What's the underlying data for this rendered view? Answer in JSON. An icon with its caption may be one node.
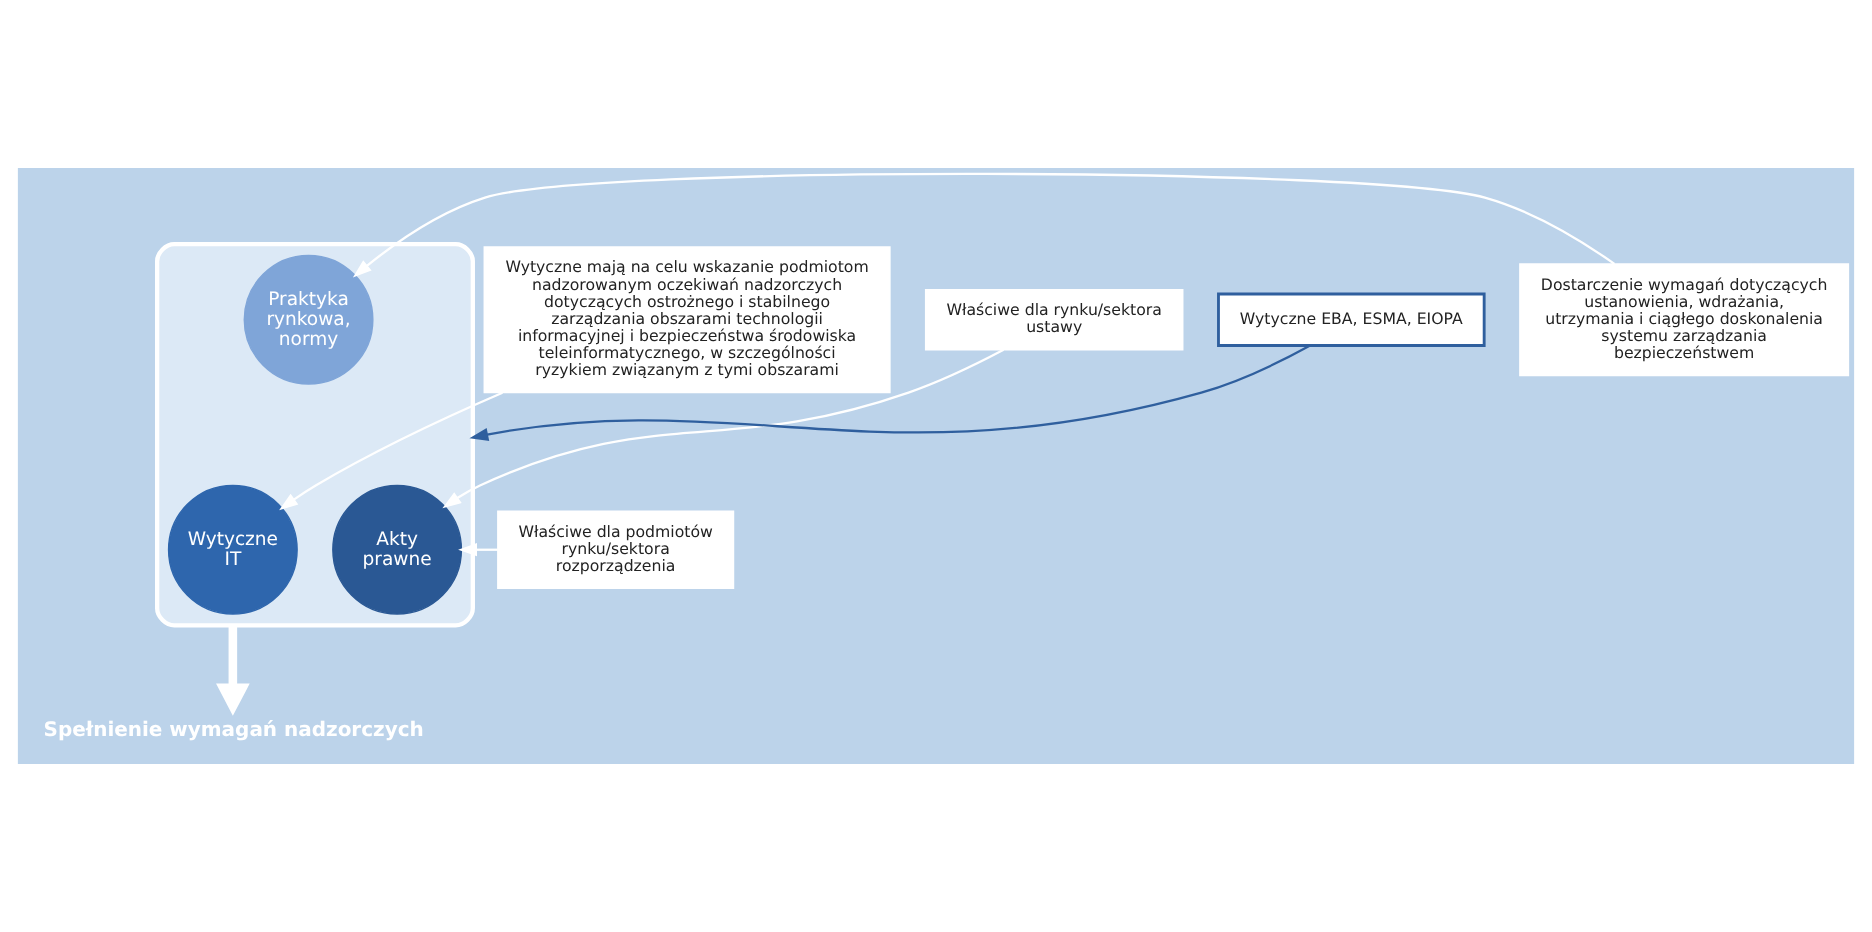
{
  "diagram": {
    "nodes": [
      {
        "text": [],
        "shape": "funnel"
      },
      {
        "text": [
          "Wytyczne mają na celu wskazanie podmiotom nadzorowanym oczekiwań nadzorczych dotyczących ostrożnego i stabilnego zarządzania obszarami technologii informacyjnej i bezpieczeństwa środowiska teleinformatycznego, w szczególności ryzykiem związanym z tymi obszarami"
        ]
      },
      {
        "text": [
          "Wytyczne IT"
        ],
        "in": 0
      },
      {
        "text": [
          "Akty prawne"
        ],
        "in": 0
      },
      {
        "text": [
          "Praktyka rynkowa, normy"
        ],
        "in": 0
      },
      {
        "text": [
          "Właściwe dla rynku/sektora ustawy"
        ]
      },
      {
        "text": [
          "Właściwe dla podmiotów rynku/sektora rozporządzenia"
        ]
      },
      {
        "text": [
          "Dostarczenie wymagań dotyczących ustanowienia, wdrażania, utrzymania i ciągłego doskonalenia systemu zarządzania bezpieczeństwem"
        ]
      },
      {
        "text": [
          "Wytyczne EBA, ESMA, EIOPA"
        ]
      },
      {
        "text": [
          "Spełnienie wymagań nadzorczych"
        ]
      }
    ],
    "edges": [
      {
        "from": 1,
        "to": 2,
        "arrow": "to"
      },
      {
        "from": 5,
        "to": 3,
        "arrow": "to"
      },
      {
        "from": 6,
        "to": 3,
        "arrow": "to"
      },
      {
        "from": 7,
        "to": 4,
        "arrow": "to"
      },
      {
        "from": 8,
        "to": 0,
        "arrow": "to",
        "color": "#2f5f9e"
      },
      {
        "from": 0,
        "to": 9,
        "arrow": "to",
        "style": "thick"
      }
    ]
  }
}
